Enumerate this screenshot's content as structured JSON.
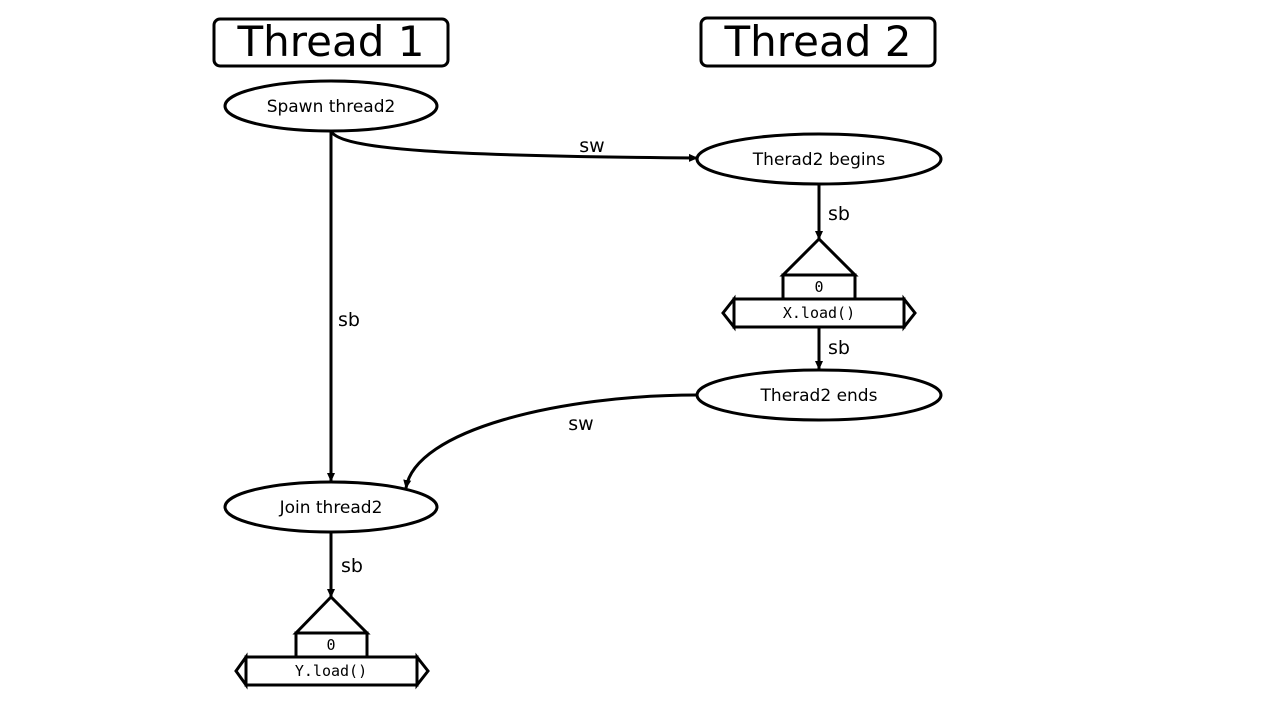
{
  "headers": {
    "thread1": "Thread 1",
    "thread2": "Thread 2"
  },
  "nodes": {
    "spawn": "Spawn thread2",
    "begins": "Therad2 begins",
    "ends": "Therad2 ends",
    "join": "Join thread2"
  },
  "loads": {
    "x": {
      "value": "0",
      "label": "X.load()"
    },
    "y": {
      "value": "0",
      "label": "Y.load()"
    }
  },
  "edges": {
    "spawn_to_begins": "sw",
    "spawn_to_join": "sb",
    "begins_to_xload": "sb",
    "xload_to_ends": "sb",
    "ends_to_join": "sw",
    "join_to_yload": "sb"
  }
}
